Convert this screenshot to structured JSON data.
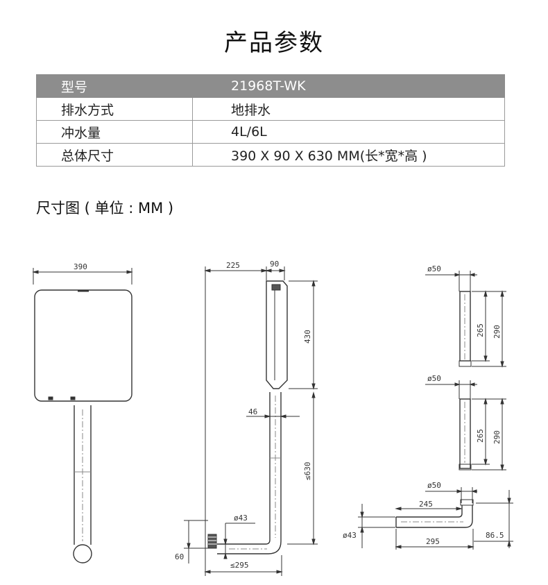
{
  "page": {
    "title": "产品参数"
  },
  "params": {
    "rows": [
      {
        "label": "型号",
        "value": "21968T-WK"
      },
      {
        "label": "排水方式",
        "value": "地排水"
      },
      {
        "label": "冲水量",
        "value": "4L/6L"
      },
      {
        "label": "总体尺寸",
        "value": "390 X 90 X 630 MM(长*宽*高 )"
      }
    ]
  },
  "dimensions": {
    "heading": "尺寸图 ( 单位 : MM )",
    "front": {
      "width": "390"
    },
    "side": {
      "depth": "225",
      "thickness": "90",
      "tank_height": "430",
      "pipe_offset": "46",
      "total_height": "≤630",
      "outlet_diameter": "ø43",
      "outlet_height": "60",
      "outlet_reach": "≤295"
    },
    "pipe_a": {
      "diameter": "ø50",
      "inner": "265",
      "outer": "290"
    },
    "pipe_b": {
      "diameter": "ø50",
      "inner": "265",
      "outer": "290"
    },
    "elbow": {
      "diameter_top": "ø50",
      "inner_length": "245",
      "outer_length": "295",
      "diameter_side": "ø43",
      "drop": "86.5"
    }
  }
}
